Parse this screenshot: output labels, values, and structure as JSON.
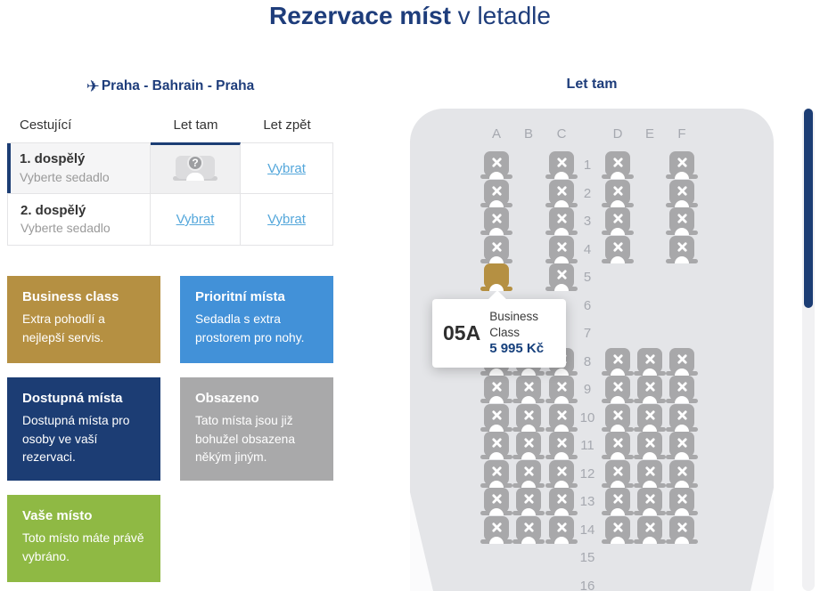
{
  "page": {
    "title_bold": "Rezervace míst",
    "title_rest": " v letadle"
  },
  "left": {
    "route": "Praha - Bahrain - Praha",
    "table": {
      "headers": [
        "Cestující",
        "Let tam",
        "Let zpět"
      ],
      "rows": [
        {
          "name": "1. dospělý",
          "subtitle": "Vyberte sedadlo",
          "let_tam": "seat-pending-icon",
          "let_zpet_link": "Vybrat"
        },
        {
          "name": "2. dospělý",
          "subtitle": "Vyberte sedadlo",
          "let_tam_link": "Vybrat",
          "let_zpet_link": "Vybrat"
        }
      ]
    },
    "legend": [
      {
        "key": "business-class",
        "title": "Business class",
        "desc": "Extra pohodlí a nejlepší servis.",
        "color": "#b59042"
      },
      {
        "key": "priority-seats",
        "title": "Prioritní místa",
        "desc": "Sedadla s extra prostorem pro nohy.",
        "color": "#4291d8"
      },
      {
        "key": "available-seats",
        "title": "Dostupná místa",
        "desc": "Dostupná místa pro osoby ve vaší rezervaci.",
        "color": "#1c3d74"
      },
      {
        "key": "occupied",
        "title": "Obsazeno",
        "desc": "Tato místa jsou již bohužel obsazena někým jiným.",
        "color": "#a9a9aa"
      },
      {
        "key": "your-seat",
        "title": "Vaše místo",
        "desc": "Toto místo máte právě vybráno.",
        "color": "#8fb944"
      }
    ]
  },
  "map": {
    "title": "Let tam",
    "tooltip": {
      "seat": "05A",
      "class": "Business Class",
      "price": "5 995 Kč"
    },
    "colors": {
      "occupied_seat": "#a8a8aa",
      "business_seat": "#b59042",
      "fuselage": "#e4e5e8"
    },
    "seatmap": {
      "columns": [
        "A",
        "B",
        "C",
        "D",
        "E",
        "F"
      ],
      "rows": [
        {
          "num": "1",
          "seats": {
            "A": "occupied",
            "C": "occupied",
            "D": "occupied",
            "F": "occupied"
          }
        },
        {
          "num": "2",
          "seats": {
            "A": "occupied",
            "C": "occupied",
            "D": "occupied",
            "F": "occupied"
          }
        },
        {
          "num": "3",
          "seats": {
            "A": "occupied",
            "C": "occupied",
            "D": "occupied",
            "F": "occupied"
          }
        },
        {
          "num": "4",
          "seats": {
            "A": "occupied",
            "C": "occupied",
            "D": "occupied",
            "F": "occupied"
          }
        },
        {
          "num": "5",
          "seats": {
            "A": "business",
            "C": "occupied"
          }
        },
        {
          "num": "6",
          "seats": {}
        },
        {
          "num": "7",
          "seats": {}
        },
        {
          "num": "8",
          "seats": {
            "A": "occupied",
            "B": "occupied",
            "C": "occupied",
            "D": "occupied",
            "E": "occupied",
            "F": "occupied"
          }
        },
        {
          "num": "9",
          "seats": {
            "A": "occupied",
            "B": "occupied",
            "C": "occupied",
            "D": "occupied",
            "E": "occupied",
            "F": "occupied"
          }
        },
        {
          "num": "10",
          "seats": {
            "A": "occupied",
            "B": "occupied",
            "C": "occupied",
            "D": "occupied",
            "E": "occupied",
            "F": "occupied"
          }
        },
        {
          "num": "11",
          "seats": {
            "A": "occupied",
            "B": "occupied",
            "C": "occupied",
            "D": "occupied",
            "E": "occupied",
            "F": "occupied"
          }
        },
        {
          "num": "12",
          "seats": {
            "A": "occupied",
            "B": "occupied",
            "C": "occupied",
            "D": "occupied",
            "E": "occupied",
            "F": "occupied"
          }
        },
        {
          "num": "13",
          "seats": {
            "A": "occupied",
            "B": "occupied",
            "C": "occupied",
            "D": "occupied",
            "E": "occupied",
            "F": "occupied"
          }
        },
        {
          "num": "14",
          "seats": {
            "A": "occupied",
            "B": "occupied",
            "C": "occupied",
            "D": "occupied",
            "E": "occupied",
            "F": "occupied"
          }
        },
        {
          "num": "15",
          "seats": {}
        },
        {
          "num": "16",
          "seats": {}
        }
      ]
    }
  }
}
